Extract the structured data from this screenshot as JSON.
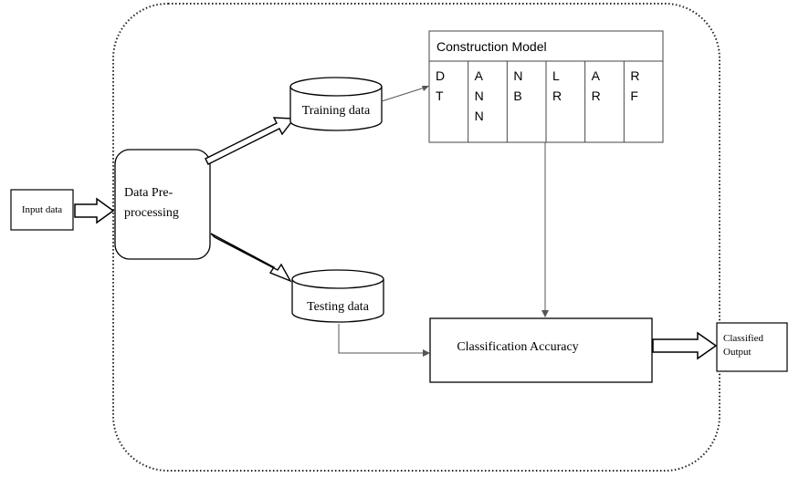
{
  "input": {
    "label": "Input data"
  },
  "preprocessing": {
    "line1": "Data Pre-",
    "line2": "processing"
  },
  "training": {
    "label": "Training data"
  },
  "testing": {
    "label": "Testing data"
  },
  "model": {
    "title": "Construction Model",
    "columns": [
      {
        "lines": [
          "D",
          "T"
        ]
      },
      {
        "lines": [
          "A",
          "N",
          "N"
        ]
      },
      {
        "lines": [
          "N",
          "B"
        ]
      },
      {
        "lines": [
          "L",
          "R"
        ]
      },
      {
        "lines": [
          "A",
          "R"
        ]
      },
      {
        "lines": [
          "R",
          "F"
        ]
      }
    ]
  },
  "accuracy": {
    "label": "Classification Accuracy"
  },
  "output": {
    "line1": "Classified",
    "line2": "Output"
  }
}
